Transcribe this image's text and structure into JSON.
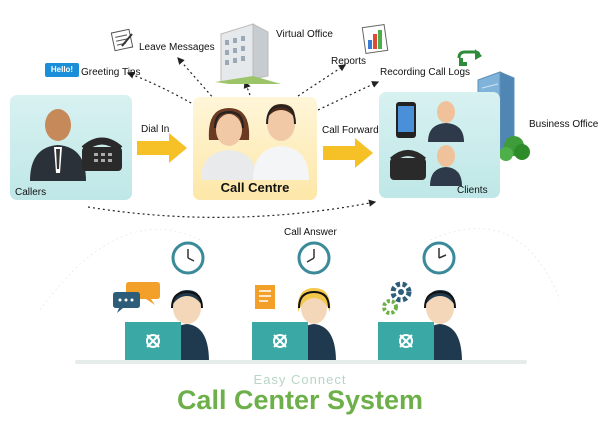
{
  "labels": {
    "leave_messages": "Leave Messages",
    "virtual_office": "Virtual Office",
    "reports": "Reports",
    "greeting_tips": "Greeting Tips",
    "hello_badge": "Hello!",
    "recording_call_logs": "Recording Call Logs",
    "business_office": "Business Office",
    "callers": "Callers",
    "dial_in": "Dial In",
    "call_centre": "Call Centre",
    "call_forward": "Call Forward",
    "clients": "Clients",
    "call_answer": "Call Answer"
  },
  "footer": {
    "subtitle": "Easy Connect",
    "title": "Call Center System"
  },
  "colors": {
    "accent_green": "#6db04a",
    "teal": "#3aa8a5",
    "arrow_yellow": "#f6c126"
  },
  "icons": [
    "notepad-icon",
    "building-icon",
    "report-chart-icon",
    "speech-bubble-icon",
    "phone-forward-icon",
    "clock-icon",
    "gear-icon",
    "document-icon"
  ]
}
